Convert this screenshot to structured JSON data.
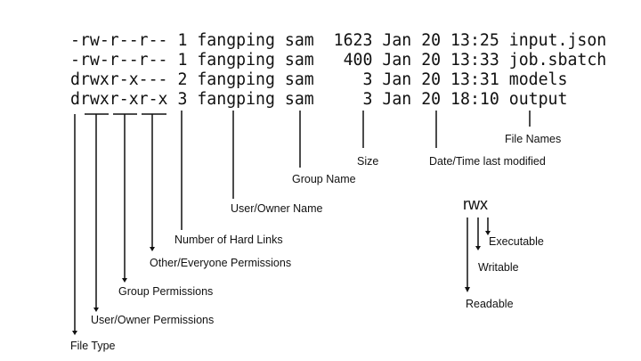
{
  "listing": [
    {
      "perms": "-rw-r--r--",
      "links": "1",
      "owner": "fangping",
      "group": "sam",
      "size": "1623",
      "month": "Jan",
      "day": "20",
      "time": "13:25",
      "name": "input.json"
    },
    {
      "perms": "-rw-r--r--",
      "links": "1",
      "owner": "fangping",
      "group": "sam",
      "size": "400",
      "month": "Jan",
      "day": "20",
      "time": "13:33",
      "name": "job.sbatch"
    },
    {
      "perms": "drwxr-x---",
      "links": "2",
      "owner": "fangping",
      "group": "sam",
      "size": "3",
      "month": "Jan",
      "day": "20",
      "time": "13:31",
      "name": "models"
    },
    {
      "perms": "drwxr-xr-x",
      "links": "3",
      "owner": "fangping",
      "group": "sam",
      "size": "3",
      "month": "Jan",
      "day": "20",
      "time": "18:10",
      "name": "output"
    }
  ],
  "labels": {
    "file_names": "File Names",
    "size": "Size",
    "date_time": "Date/Time last modified",
    "group_name": "Group Name",
    "user_owner_name": "User/Owner Name",
    "hard_links": "Number of Hard Links",
    "other_perms": "Other/Everyone Permissions",
    "group_perms": "Group Permissions",
    "user_perms": "User/Owner Permissions",
    "file_type": "File Type"
  },
  "rwx": {
    "title": "rwx",
    "readable": "Readable",
    "writable": "Writable",
    "executable": "Executable"
  }
}
